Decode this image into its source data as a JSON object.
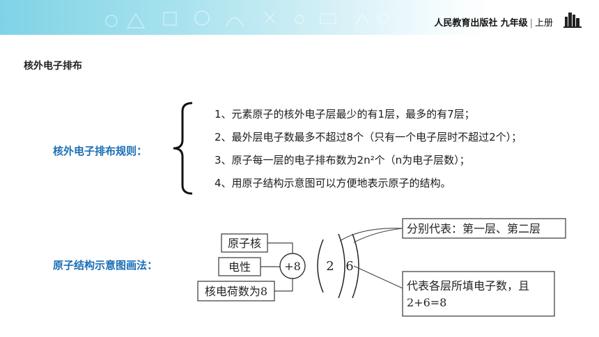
{
  "header": {
    "publisher": "人民教育出版社",
    "grade": "九年级",
    "separator": "|",
    "volume": "上册",
    "books_icon": "books-icon",
    "bg_color": "#8fd8e8"
  },
  "section_title": "核外电子排布",
  "rules": {
    "label": "核外电子排布规则：",
    "items": [
      "1、元素原子的核外电子层最少的有1层，最多的有7层；",
      "2、最外层电子数最多不超过8个（只有一个电子层时不超过2个）；",
      "3、原子每一层的电子排布数为2n²个（n为电子层数）；",
      "4、用原子结构示意图可以方便地表示原子的结构。"
    ]
  },
  "diagram": {
    "label": "原子结构示意图画法：",
    "box_nucleus": "原子核",
    "box_charge": "电性",
    "box_nuclear_charge": "核电荷数为8",
    "nucleus_value": "+8",
    "shell_1": "2",
    "shell_2": "6",
    "box_layers": "分别代表：第一层、第二层",
    "box_electrons_line1": "代表各层所填电子数，且",
    "box_electrons_line2": "2+6=8"
  },
  "colors": {
    "accent": "#1a6fb5"
  }
}
